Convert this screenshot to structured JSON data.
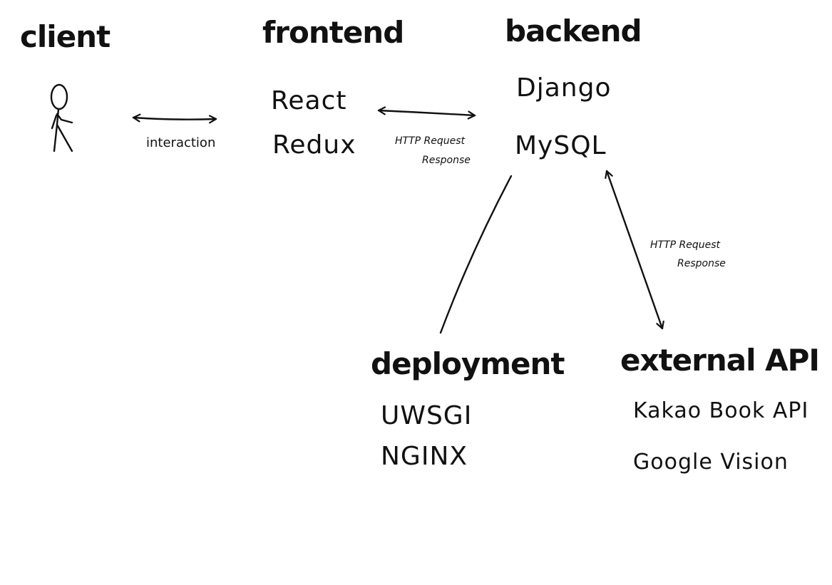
{
  "sections": {
    "client": {
      "title": "client"
    },
    "frontend": {
      "title": "frontend",
      "items": [
        "React",
        "Redux"
      ]
    },
    "backend": {
      "title": "backend",
      "items": [
        "Django",
        "MySQL"
      ]
    },
    "deployment": {
      "title": "deployment",
      "items": [
        "UWSGI",
        "NGINX"
      ]
    },
    "external": {
      "title": "external API",
      "items": [
        "Kakao Book API",
        "Google Vision"
      ]
    }
  },
  "connections": {
    "client_frontend": {
      "label": "interaction"
    },
    "frontend_backend": {
      "label_line1": "HTTP Request",
      "label_line2": "Response"
    },
    "backend_external": {
      "label_line1": "HTTP Request",
      "label_line2": "Response"
    }
  },
  "colors": {
    "ink": "#111111",
    "background": "#ffffff"
  }
}
